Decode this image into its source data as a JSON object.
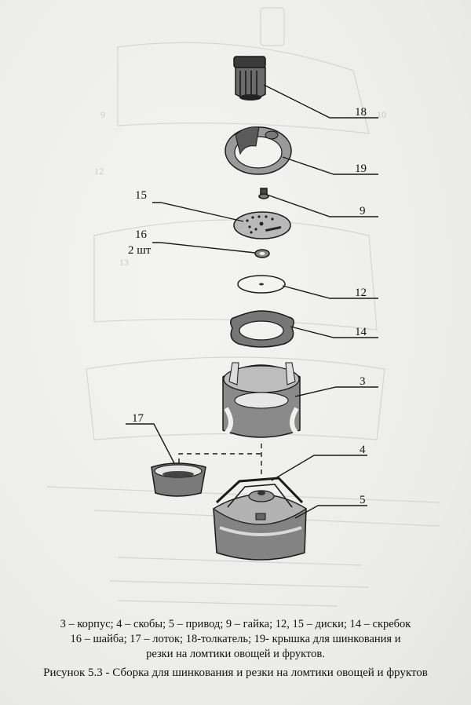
{
  "labels": {
    "l18": "18",
    "l19": "19",
    "l9": "9",
    "l15": "15",
    "l16": "16",
    "l16_qty": "2 шт",
    "l12": "12",
    "l14": "14",
    "l3": "3",
    "l17": "17",
    "l4": "4",
    "l5": "5"
  },
  "caption": {
    "line1": "3 – корпус; 4 – скобы; 5 – привод; 9 – гайка; 12, 15 – диски; 14 – скребок",
    "line2": "16 – шайба; 17 – лоток; 18-толкатель; 19- крышка для шинкования и",
    "line3": "резки на ломтики овощей и фруктов.",
    "figure_title": "Рисунок 5.3 - Сборка для шинкования и резки на ломтики овощей и фруктов"
  }
}
